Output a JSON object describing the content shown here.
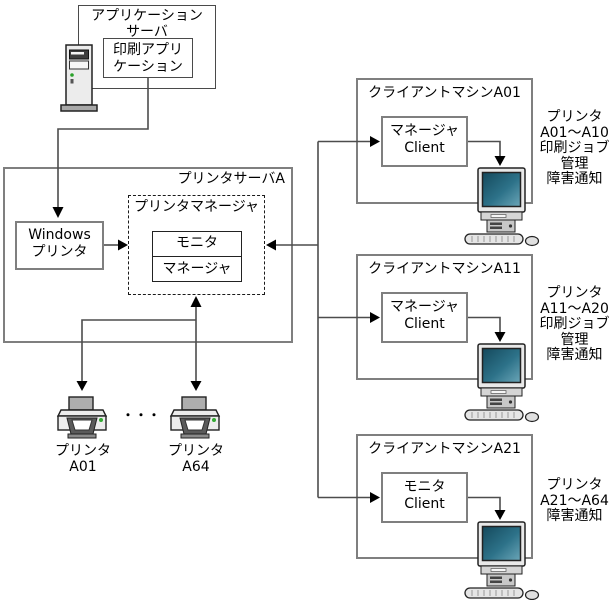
{
  "diagram": {
    "app_server": {
      "title": "アプリケーション\nサーバ",
      "print_app": "印刷アプリ\nケーション"
    },
    "printer_server": {
      "title": "プリンタサーバA",
      "windows_printer": "Windows\nプリンタ",
      "printer_manager": {
        "title": "プリンタマネージャ",
        "monitor": "モニタ",
        "manager": "マネージャ"
      }
    },
    "printers": {
      "first_label": "プリンタA01",
      "last_label": "プリンタA64",
      "ellipsis": "・・・"
    },
    "clients": [
      {
        "title": "クライアントマシンA01",
        "module": "マネージャ\nClient",
        "note": "プリンタ\nA01～A10\n印刷ジョブ\n管理\n障害通知"
      },
      {
        "title": "クライアントマシンA11",
        "module": "マネージャ\nClient",
        "note": "プリンタ\nA11～A20\n印刷ジョブ\n管理\n障害通知"
      },
      {
        "title": "クライアントマシンA21",
        "module": "モニタ\nClient",
        "note": "プリンタ\nA21～A64\n障害通知"
      }
    ],
    "icons": {
      "server": "server-tower-icon",
      "printer": "printer-icon",
      "computer": "desktop-computer-icon"
    },
    "colors": {
      "box_border": "#7f7f7f",
      "line": "#4d4d4d",
      "arrow": "#000000",
      "screen_dark": "#1b5a70",
      "screen_light": "#6ba6b8"
    }
  }
}
